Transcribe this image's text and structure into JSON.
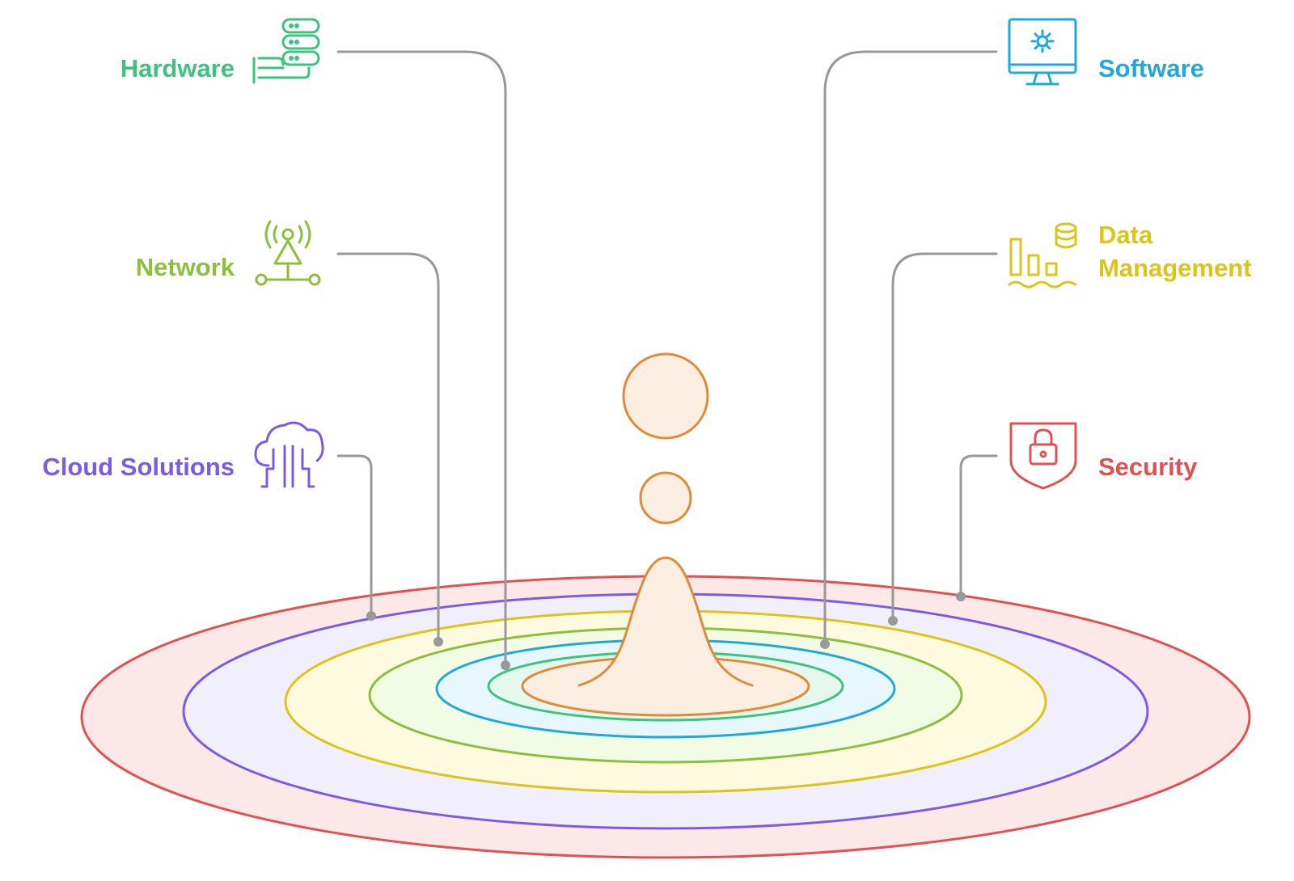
{
  "layers": [
    {
      "key": "security",
      "label_lines": [
        "Security"
      ],
      "side": "right",
      "color": "#e05252",
      "fill": "#fde8e8",
      "icon": "shield-lock-icon"
    },
    {
      "key": "cloud",
      "label_lines": [
        "Cloud Solutions"
      ],
      "side": "left",
      "color": "#7b5ce0",
      "fill": "#f1effc",
      "icon": "cloud-circuit-icon"
    },
    {
      "key": "data",
      "label_lines": [
        "Data",
        "Management"
      ],
      "side": "right",
      "color": "#dcc41b",
      "fill": "#fefae0",
      "icon": "data-chart-database-icon"
    },
    {
      "key": "network",
      "label_lines": [
        "Network"
      ],
      "side": "left",
      "color": "#8cc03c",
      "fill": "#f2fbe4",
      "icon": "antenna-network-icon"
    },
    {
      "key": "software",
      "label_lines": [
        "Software"
      ],
      "side": "right",
      "color": "#22a8d8",
      "fill": "#e6f7fd",
      "icon": "monitor-gear-icon"
    },
    {
      "key": "hardware",
      "label_lines": [
        "Hardware"
      ],
      "side": "left",
      "color": "#3ec27e",
      "fill": "#e5f8ee",
      "icon": "server-hand-icon"
    }
  ],
  "center": {
    "color": "#e08a3a",
    "fill": "#fdeee2",
    "icon": "water-drop-splash"
  },
  "connector_color": "#999999"
}
